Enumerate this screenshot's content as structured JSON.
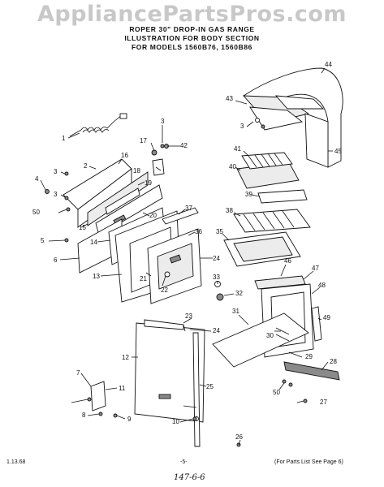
{
  "watermark": "AppliancePartsPros.com",
  "title": {
    "line1": "ROPER 30\" DROP-IN GAS RANGE",
    "line2": "ILLUSTRATION FOR BODY SECTION",
    "line3": "FOR MODELS 1560B76, 1560B86"
  },
  "footer": {
    "left": "1.13.68",
    "center": "-5-",
    "right": "(For Parts List See Page 6)",
    "handwritten": "147-6-6"
  },
  "callouts": {
    "c1": "1",
    "c2": "2",
    "c3a": "3",
    "c3b": "3",
    "c3c": "3",
    "c3d": "3",
    "c4": "4",
    "c5": "5",
    "c6": "6",
    "c7": "7",
    "c8": "8",
    "c9": "9",
    "c10": "10",
    "c11": "11",
    "c12": "12",
    "c13": "13",
    "c14": "14",
    "c15": "15",
    "c16": "16",
    "c17": "17",
    "c18": "18",
    "c19": "19",
    "c20": "20",
    "c21": "21",
    "c22": "22",
    "c23": "23",
    "c24a": "24",
    "c24b": "24",
    "c25": "25",
    "c26": "26",
    "c27": "27",
    "c28": "28",
    "c29": "29",
    "c30": "30",
    "c31": "31",
    "c32": "32",
    "c33": "33",
    "c35": "35",
    "c36": "36",
    "c37": "37",
    "c38": "38",
    "c39": "39",
    "c40": "40",
    "c41": "41",
    "c42": "42",
    "c43": "43",
    "c44": "44",
    "c45": "45",
    "c46": "46",
    "c47": "47",
    "c48": "48",
    "c49": "49",
    "c50a": "50",
    "c50b": "50"
  }
}
